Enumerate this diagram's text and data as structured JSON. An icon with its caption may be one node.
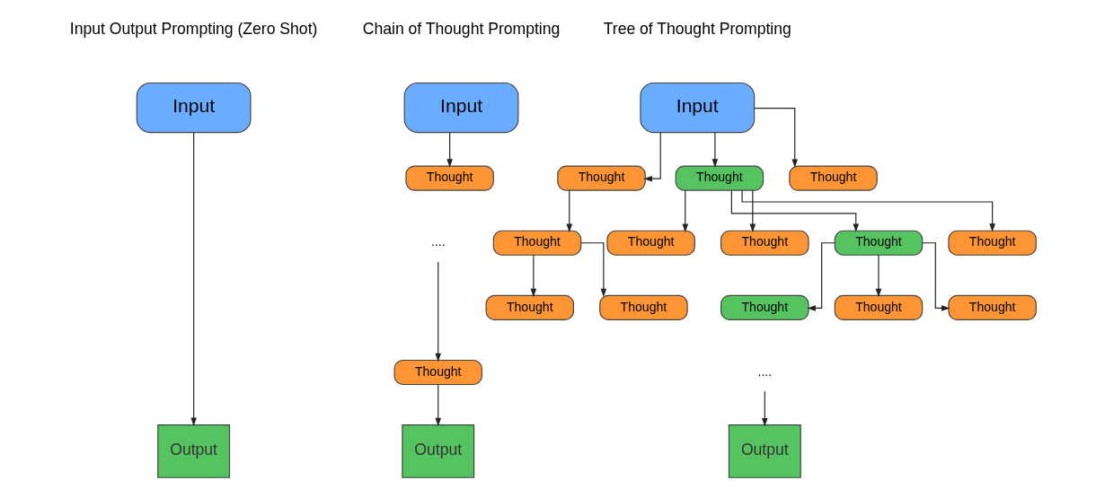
{
  "diagram": {
    "nodes": [
      {
        "text": [
          "Input"
        ]
      },
      {
        "text": [
          "Output"
        ]
      },
      {
        "text": [
          "Input"
        ]
      },
      {
        "text": [
          "Thought"
        ]
      },
      {
        "text": [
          "...."
        ]
      },
      {
        "text": [
          "Thought"
        ]
      },
      {
        "text": [
          "Output"
        ]
      },
      {
        "text": [
          "Input"
        ]
      },
      {
        "text": [
          "Thought"
        ]
      },
      {
        "text": [
          "Thought"
        ]
      },
      {
        "text": [
          "Thought"
        ]
      },
      {
        "text": [
          "Thought"
        ]
      },
      {
        "text": [
          "Thought"
        ]
      },
      {
        "text": [
          "Thought"
        ]
      },
      {
        "text": [
          "Thought"
        ]
      },
      {
        "text": [
          "Thought"
        ]
      },
      {
        "text": [
          "Thought"
        ]
      },
      {
        "text": [
          "Thought"
        ]
      },
      {
        "text": [
          "Thought"
        ]
      },
      {
        "text": [
          "Thought"
        ]
      },
      {
        "text": [
          "Thought"
        ]
      },
      {
        "text": [
          "...."
        ]
      },
      {
        "text": [
          "Output"
        ]
      }
    ],
    "edges": [
      {
        "from": 0,
        "to": 1,
        "arrow": "to"
      },
      {
        "from": 2,
        "to": 3,
        "arrow": "to"
      },
      {
        "from": 4,
        "to": 5,
        "arrow": "to"
      },
      {
        "from": 5,
        "to": 6,
        "arrow": "to"
      },
      {
        "from": 7,
        "to": 8,
        "arrow": "to"
      },
      {
        "from": 7,
        "to": 9,
        "arrow": "to"
      },
      {
        "from": 7,
        "to": 10,
        "arrow": "to"
      },
      {
        "from": 8,
        "to": 11,
        "arrow": "to"
      },
      {
        "from": 9,
        "to": 12,
        "arrow": "to"
      },
      {
        "from": 9,
        "to": 13,
        "arrow": "to"
      },
      {
        "from": 9,
        "to": 14,
        "arrow": "to"
      },
      {
        "from": 9,
        "to": 15,
        "arrow": "to"
      },
      {
        "from": 11,
        "to": 16,
        "arrow": "to"
      },
      {
        "from": 11,
        "to": 17,
        "arrow": "to"
      },
      {
        "from": 14,
        "to": 18,
        "arrow": "to"
      },
      {
        "from": 14,
        "to": 19,
        "arrow": "to"
      },
      {
        "from": 14,
        "to": 20,
        "arrow": "to"
      },
      {
        "from": 21,
        "to": 22,
        "arrow": "to"
      }
    ],
    "labels": [
      "Input Output Prompting (Zero Shot)",
      "Chain of Thought Prompting",
      "Tree of Thought Prompting"
    ]
  }
}
